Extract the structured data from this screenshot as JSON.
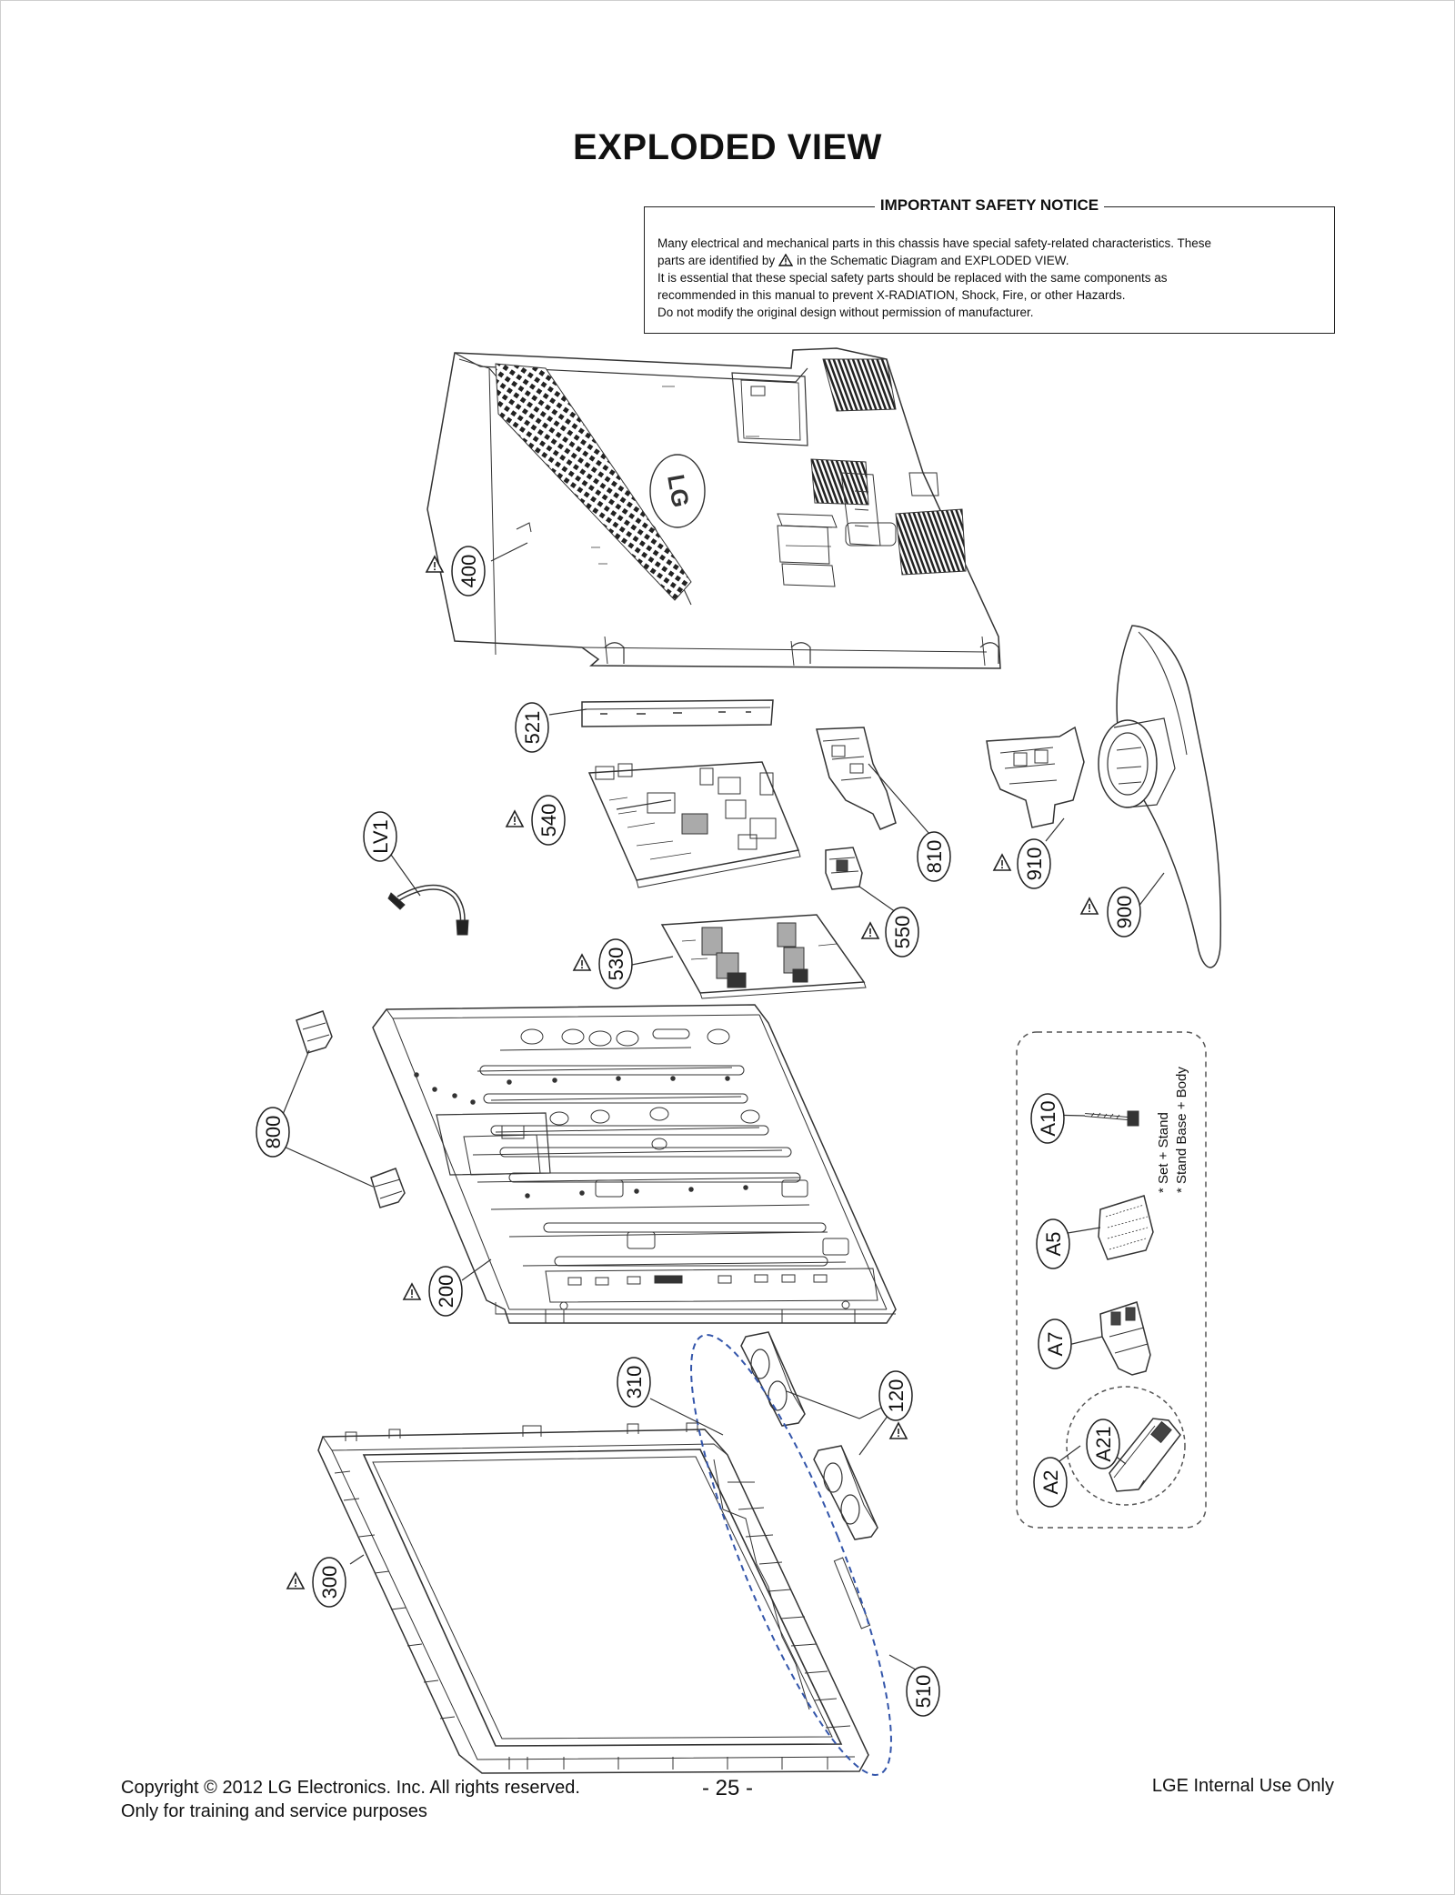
{
  "page": {
    "title": "EXPLODED VIEW"
  },
  "notice": {
    "heading": "IMPORTANT SAFETY NOTICE",
    "line1": "Many electrical and mechanical parts in this chassis have special safety-related characteristics. These",
    "line2_before": "parts are identified by",
    "line2_after": "in the Schematic Diagram and EXPLODED VIEW.",
    "line3": "It is essential that these special safety parts should be replaced with the same components as",
    "line4": "recommended in this manual to prevent X-RADIATION, Shock, Fire, or other Hazards.",
    "line5": "Do not modify the original design without permission of manufacturer."
  },
  "parts": {
    "p400": "400",
    "p521": "521",
    "p540": "540",
    "pLV1": "LV1",
    "p810": "810",
    "p910": "910",
    "p900": "900",
    "p550": "550",
    "p530": "530",
    "p800": "800",
    "p200": "200",
    "p310": "310",
    "p120": "120",
    "p300": "300",
    "p510": "510",
    "pA10": "A10",
    "pA5": "A5",
    "pA7": "A7",
    "pA2": "A2",
    "pA21": "A21"
  },
  "accessory_notes": {
    "note1": "* Set + Stand",
    "note2": "* Stand Base + Body"
  },
  "footer": {
    "copyright": "Copyright  © 2012  LG Electronics. Inc. All rights reserved.",
    "purpose": "Only for training and service purposes",
    "page_number": "- 25 -",
    "internal": "LGE Internal Use Only"
  },
  "colors": {
    "line": "#333333",
    "highlight": "#3355aa"
  }
}
